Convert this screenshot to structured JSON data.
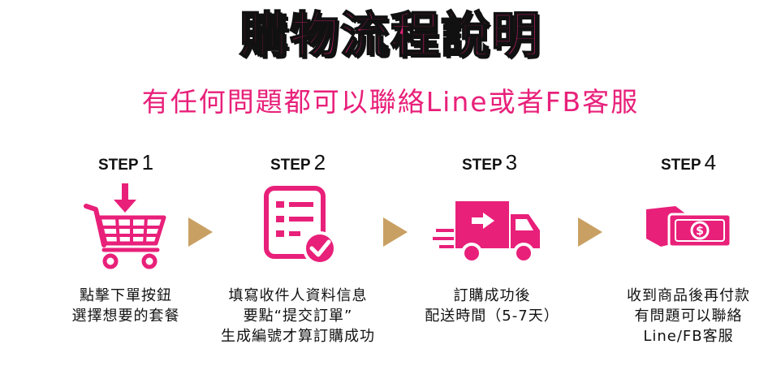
{
  "title": "購物流程說明",
  "subtitle": "有任何問題都可以聯絡Line或者FB客服",
  "steps": [
    {
      "label": "STEP",
      "num": "1",
      "icon": "shopping-cart-icon",
      "lines": [
        "點擊下單按鈕",
        "選擇想要的套餐"
      ]
    },
    {
      "label": "STEP",
      "num": "2",
      "icon": "checklist-icon",
      "lines": [
        "填寫收件人資料信息",
        "要點“提交訂單”",
        "生成編號才算訂購成功"
      ]
    },
    {
      "label": "STEP",
      "num": "3",
      "icon": "delivery-truck-icon",
      "lines": [
        "訂購成功後",
        "配送時間（5-7天）"
      ]
    },
    {
      "label": "STEP",
      "num": "4",
      "icon": "payment-cash-icon",
      "lines": [
        "收到商品後再付款",
        "有問題可以聯絡",
        "Line/FB客服"
      ]
    }
  ],
  "colors": {
    "accent": "#e8207a",
    "arrow": "#c9a063",
    "text": "#111111"
  }
}
